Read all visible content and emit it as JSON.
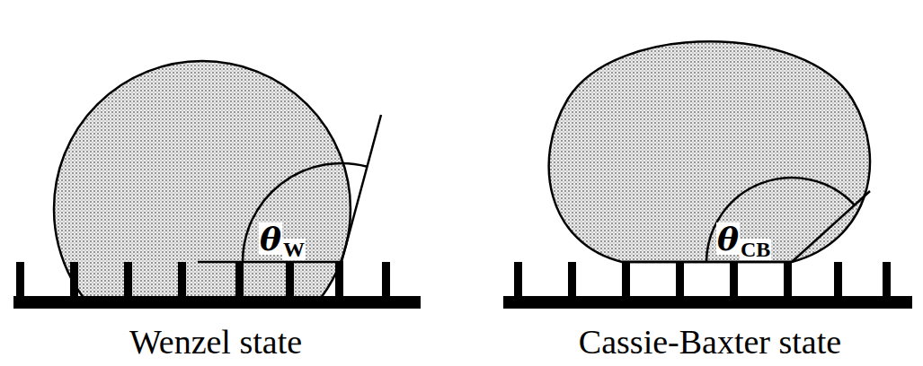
{
  "diagram": {
    "labels": [
      "θ",
      "W",
      "θ",
      "CB",
      "Wenzel state",
      "Cassie-Baxter state"
    ]
  }
}
